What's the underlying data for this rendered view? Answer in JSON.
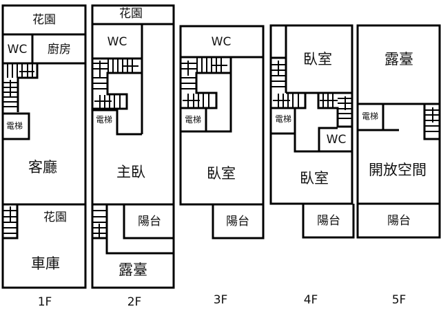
{
  "diagram": {
    "type": "floor-plan",
    "floors": [
      {
        "id": "1F",
        "label": "1F",
        "rooms": {
          "garden_top": "花園",
          "wc": "WC",
          "kitchen": "廚房",
          "elevator": "電梯",
          "living_room": "客廳",
          "garden_front": "花園",
          "garage": "車庫"
        }
      },
      {
        "id": "2F",
        "label": "2F",
        "rooms": {
          "garden_top": "花園",
          "wc": "WC",
          "elevator": "電梯",
          "master_bedroom": "主臥",
          "balcony": "陽台",
          "terrace": "露臺"
        }
      },
      {
        "id": "3F",
        "label": "3F",
        "rooms": {
          "wc": "WC",
          "elevator": "電梯",
          "bedroom": "臥室",
          "balcony": "陽台"
        }
      },
      {
        "id": "4F",
        "label": "4F",
        "rooms": {
          "bedroom_back": "臥室",
          "elevator": "電梯",
          "wc": "WC",
          "bedroom_front": "臥室",
          "balcony": "陽台"
        }
      },
      {
        "id": "5F",
        "label": "5F",
        "rooms": {
          "terrace": "露臺",
          "elevator": "電梯",
          "open_space": "開放空間",
          "balcony": "陽台"
        }
      }
    ]
  }
}
